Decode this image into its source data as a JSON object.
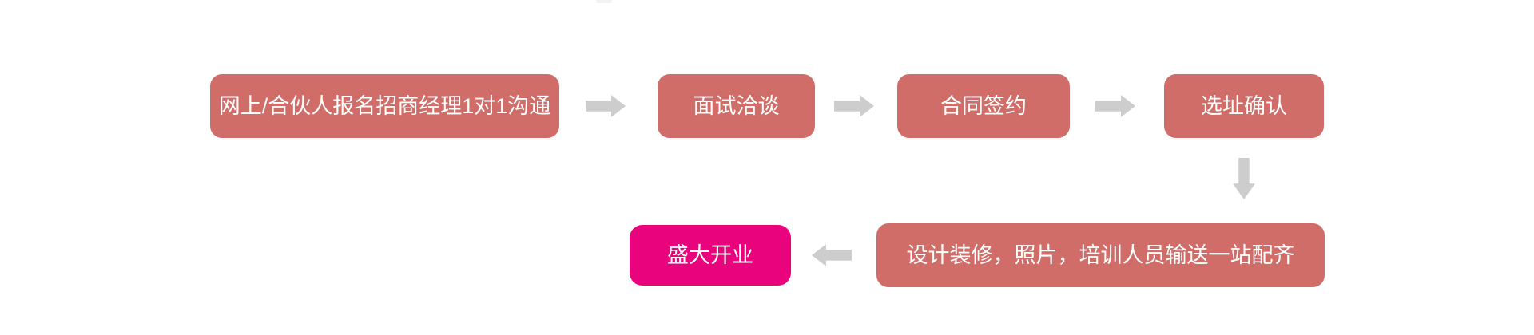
{
  "diagram": {
    "title": "franchise-joining-process-flowchart",
    "colors": {
      "step_background": "#d06d68",
      "final_step_background": "#e9047e",
      "arrow": "#cdcdcd",
      "step_text": "#ffffff",
      "page_background": "#ffffff"
    }
  },
  "flow": {
    "steps": [
      {
        "id": "step-1",
        "label": "网上/合伙人报名招商经理1对1沟通"
      },
      {
        "id": "step-2",
        "label": "面试洽谈"
      },
      {
        "id": "step-3",
        "label": "合同签约"
      },
      {
        "id": "step-4",
        "label": "选址确认"
      },
      {
        "id": "step-5",
        "label": "设计装修，照片，培训人员输送一站配齐"
      },
      {
        "id": "step-6",
        "label": "盛大开业",
        "highlight": true
      }
    ],
    "connections": [
      {
        "from": "step-1",
        "to": "step-2",
        "direction": "right"
      },
      {
        "from": "step-2",
        "to": "step-3",
        "direction": "right"
      },
      {
        "from": "step-3",
        "to": "step-4",
        "direction": "right"
      },
      {
        "from": "step-4",
        "to": "step-5",
        "direction": "down"
      },
      {
        "from": "step-5",
        "to": "step-6",
        "direction": "left"
      }
    ]
  }
}
